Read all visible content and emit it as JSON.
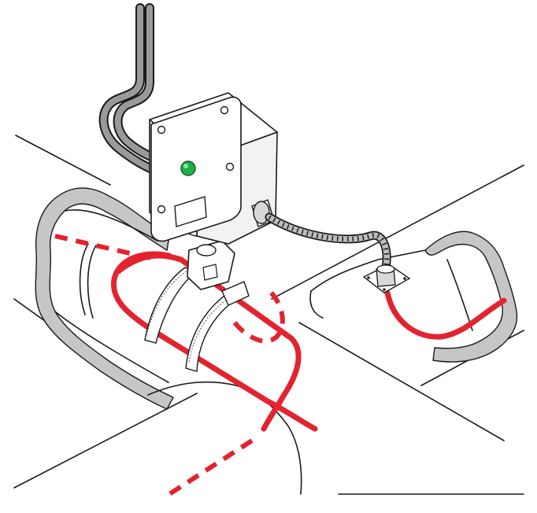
{
  "diagram": {
    "components": [
      "junction-box",
      "status-light",
      "power-supply-cables",
      "cable-gland",
      "flexible-conduit",
      "end-seal-gland",
      "heating-cable",
      "pipe-straps",
      "pipe-stand",
      "thermal-insulation",
      "pipes"
    ],
    "colors": {
      "heating_cable": "#e3232e",
      "status_light": "#1fae4a",
      "conduit": "#bdbdbd",
      "supply_cable": "#9a9a9a",
      "junction_box": "#ffffff",
      "insulation_cut": "#c6c6c6",
      "outline": "#1a1a1a"
    }
  }
}
